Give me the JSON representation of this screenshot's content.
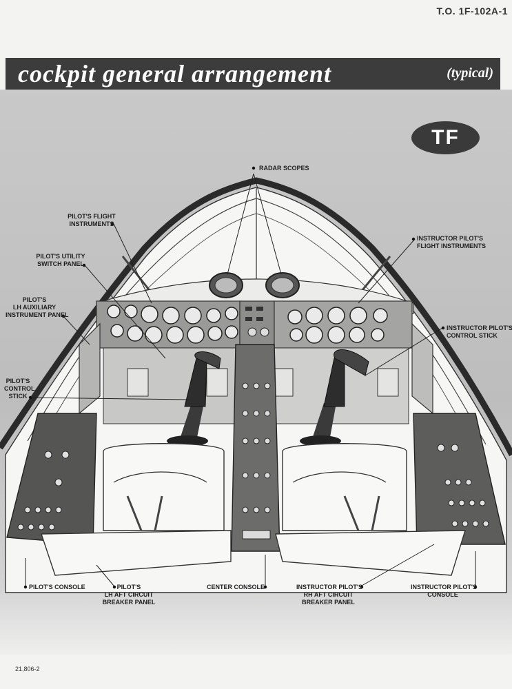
{
  "header": {
    "doc_number": "T.O. 1F-102A-1"
  },
  "title": {
    "main": "cockpit general arrangement",
    "sub": "(typical)"
  },
  "badge": {
    "text": "TF"
  },
  "callouts": {
    "radar_scopes": "RADAR SCOPES",
    "pilots_flight_instruments": "PILOT'S FLIGHT\nINSTRUMENTS",
    "instructor_flight_instruments": "INSTRUCTOR PILOT'S\nFLIGHT INSTRUMENTS",
    "pilots_utility_switch_panel": "PILOT'S UTILITY\nSWITCH PANEL",
    "pilots_lh_aux_panel": "PILOT'S\nLH AUXILIARY\nINSTRUMENT PANEL",
    "instructor_control_stick": "INSTRUCTOR PILOT'S\nCONTROL STICK",
    "pilots_control_stick": "PILOT'S\nCONTROL\nSTICK",
    "pilots_console": "PILOT'S CONSOLE",
    "pilots_lh_aft_cb_panel": "PILOT'S\nLH AFT CIRCUIT\nBREAKER PANEL",
    "center_console": "CENTER CONSOLE",
    "instructor_rh_aft_cb_panel": "INSTRUCTOR PILOT'S\nRH AFT CIRCUIT\nBREAKER PANEL",
    "instructor_console": "INSTRUCTOR PILOT'S\nCONSOLE"
  },
  "footer": {
    "figure_number": "21,806-2"
  }
}
